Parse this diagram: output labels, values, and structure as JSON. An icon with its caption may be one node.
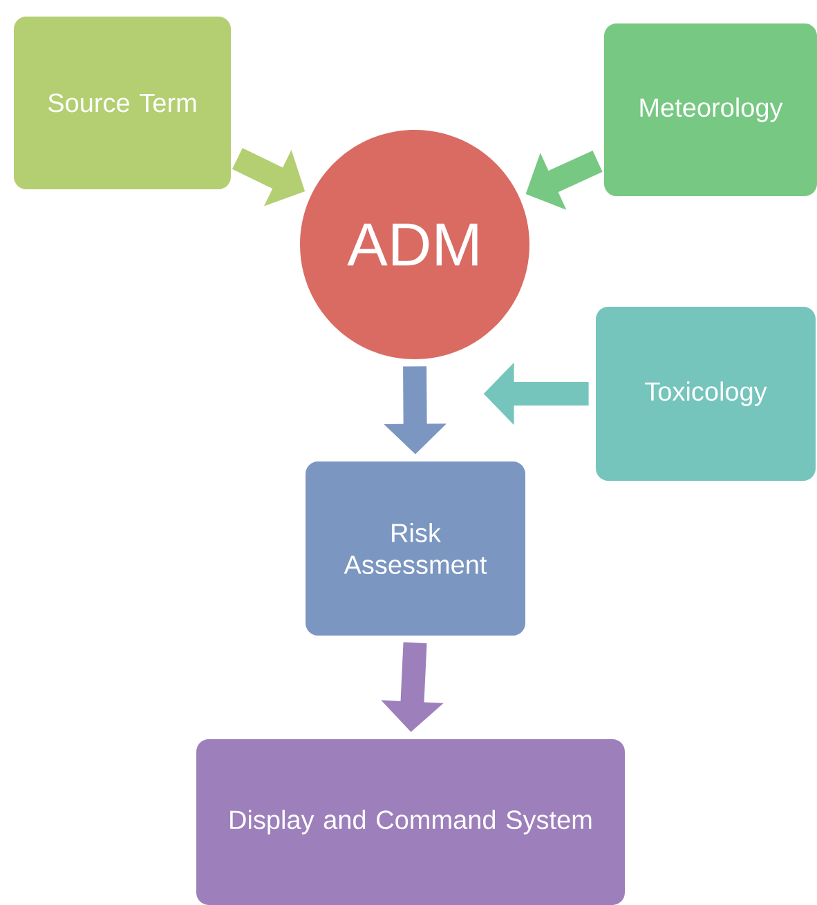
{
  "diagram": {
    "nodes": [
      {
        "text": [
          "Source Term"
        ]
      },
      {
        "text": [
          "Meteorology"
        ]
      },
      {
        "text": [
          "ADM"
        ]
      },
      {
        "text": [
          "Toxicology"
        ]
      },
      {
        "text": [
          "Risk Assessment"
        ]
      },
      {
        "text": [
          "Display and Command System"
        ]
      }
    ],
    "edges": [
      {
        "from": 0,
        "to": 2,
        "arrow": "to",
        "color": "#b3cf72"
      },
      {
        "from": 1,
        "to": 2,
        "arrow": "to",
        "color": "#77c882"
      },
      {
        "from": 3,
        "to": null,
        "arrow": "to",
        "color": "#76c5bd"
      },
      {
        "from": 2,
        "to": 4,
        "arrow": "to",
        "color": "#7b96c1"
      },
      {
        "from": 4,
        "to": 5,
        "arrow": "to",
        "color": "#9d80bb"
      }
    ]
  }
}
